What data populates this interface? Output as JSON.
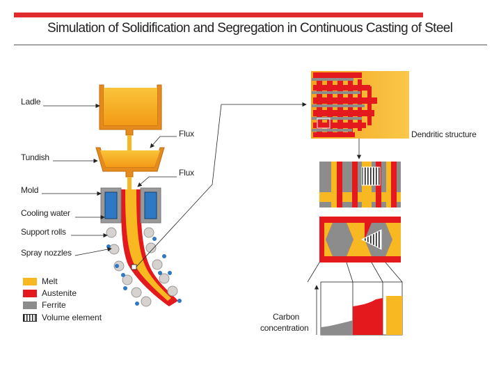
{
  "title": "Simulation of Solidification and Segregation in Continuous Casting of Steel",
  "labels": {
    "ladle": "Ladle",
    "tundish": "Tundish",
    "mold": "Mold",
    "cooling_water": "Cooling water",
    "support_rolls": "Support rolls",
    "spray_nozzles": "Spray nozzles",
    "flux_1": "Flux",
    "flux_2": "Flux",
    "dendritic_structure": "Dendritic structure",
    "carbon_concentration_line1": "Carbon",
    "carbon_concentration_line2": "concentration"
  },
  "legend": [
    {
      "label": "Melt",
      "color": "#f7b821"
    },
    {
      "label": "Austenite",
      "color": "#e3191e"
    },
    {
      "label": "Ferrite",
      "color": "#8c8c8c"
    },
    {
      "label": "Volume element",
      "color": "#ffffff"
    }
  ],
  "colors": {
    "accent": "#e02a2e",
    "melt": "#f7b821",
    "austenite": "#e3191e",
    "ferrite": "#8c8c8c",
    "mold": "#2f78c4"
  }
}
